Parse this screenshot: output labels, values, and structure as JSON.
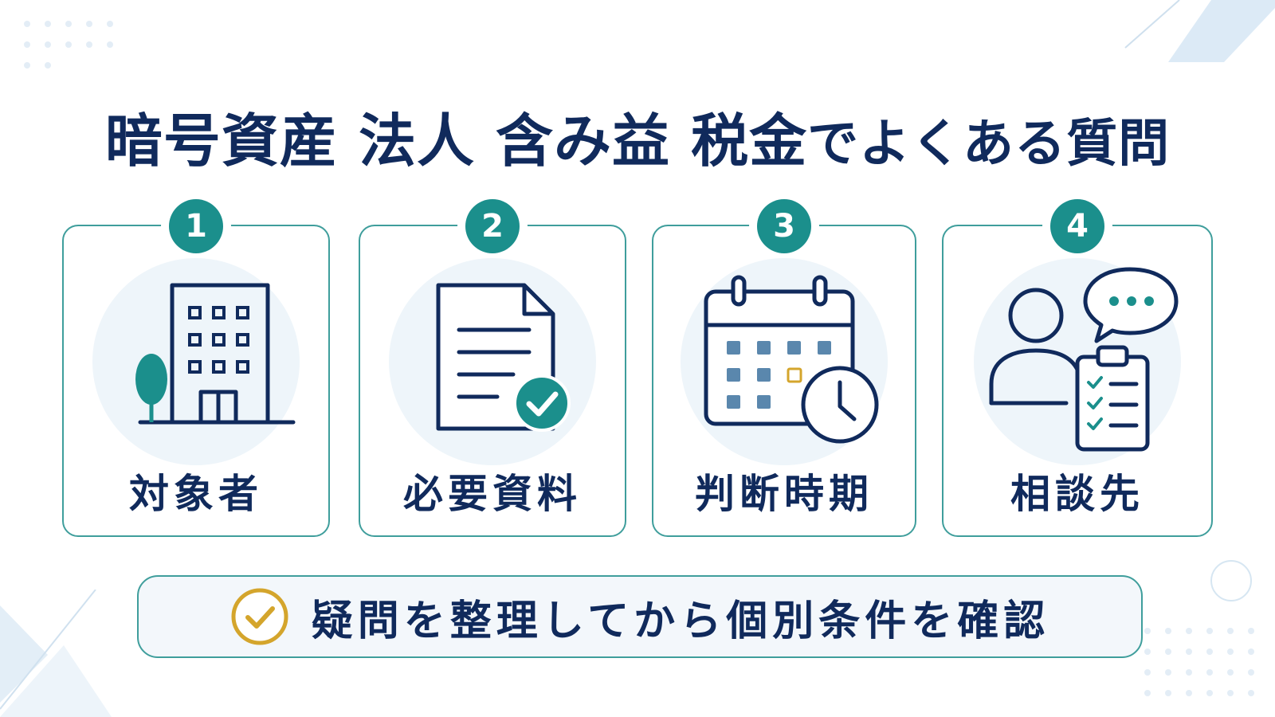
{
  "title": {
    "part1": "暗号資産 法人 含み益 税金",
    "part2": "でよくある質問"
  },
  "cards": [
    {
      "number": "1",
      "label": "対象者",
      "icon": "building-icon"
    },
    {
      "number": "2",
      "label": "必要資料",
      "icon": "document-check-icon"
    },
    {
      "number": "3",
      "label": "判断時期",
      "icon": "calendar-clock-icon"
    },
    {
      "number": "4",
      "label": "相談先",
      "icon": "consultation-icon"
    }
  ],
  "footer": {
    "text": "疑問を整理してから個別条件を確認",
    "icon": "check-circle-icon"
  },
  "colors": {
    "navy": "#102a5c",
    "teal": "#1b8f8c",
    "border": "#3f9e9c",
    "gold": "#d4a52c",
    "steel": "#5a87ad"
  }
}
